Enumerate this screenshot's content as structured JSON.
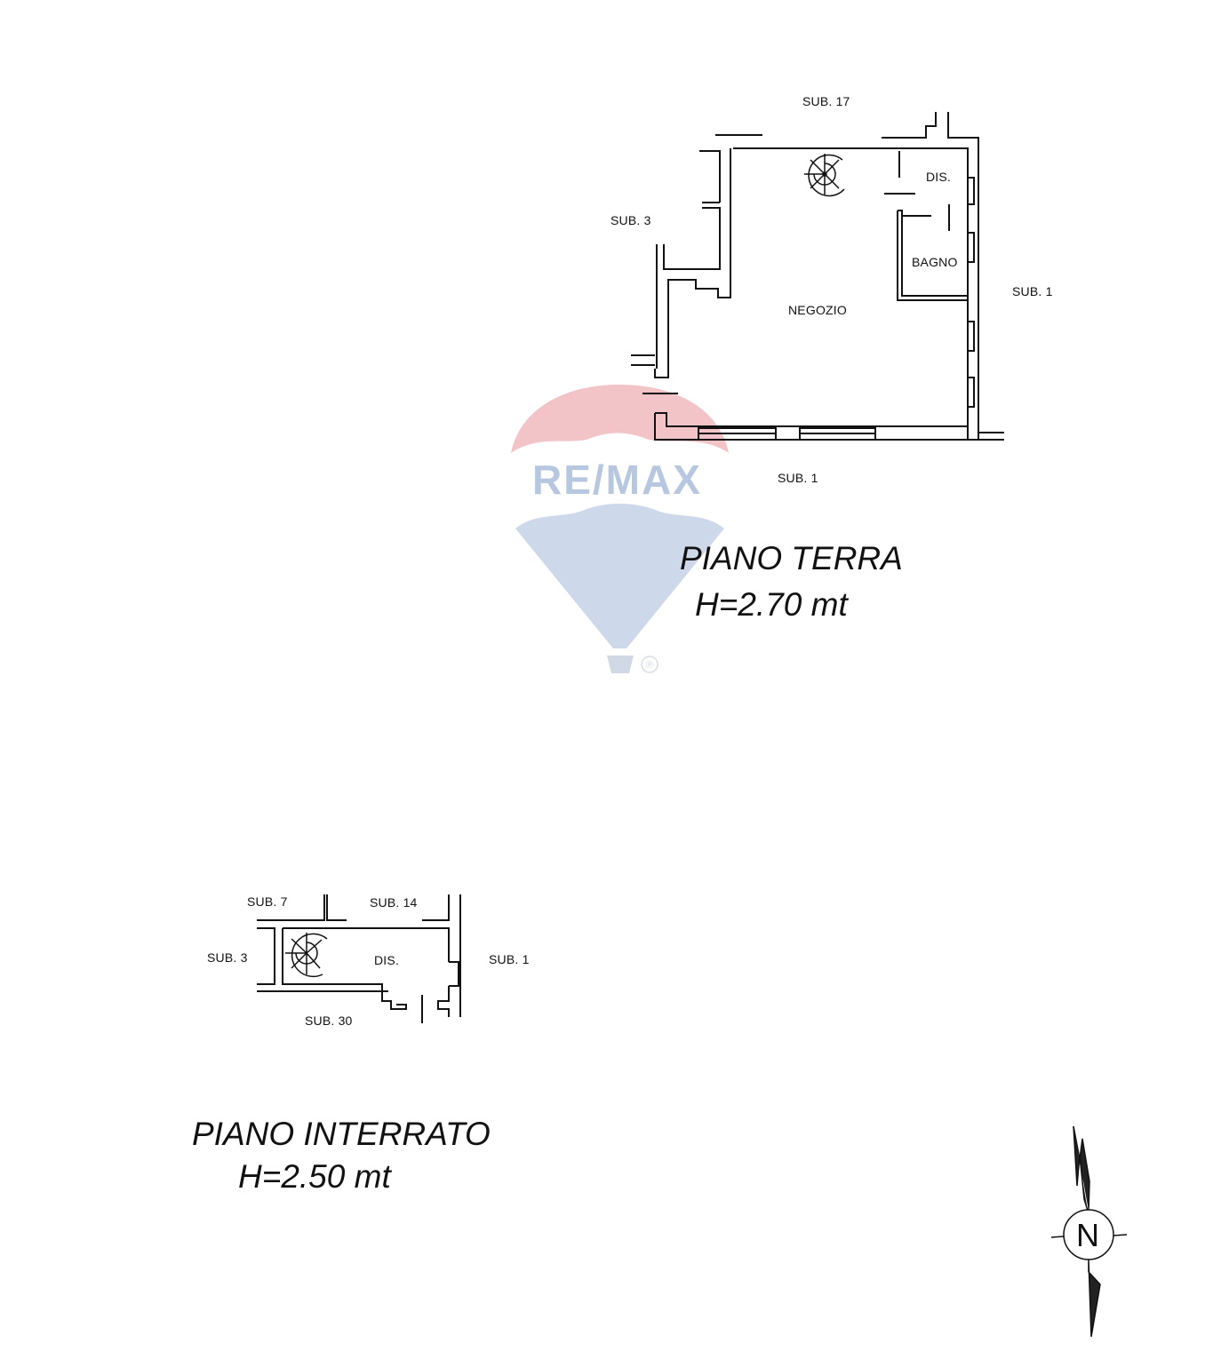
{
  "watermark": {
    "brand": "RE/MAX",
    "registered_mark": "®",
    "colors": {
      "top_red": "#f2c4c8",
      "bottom_blue": "#cdd8ea",
      "text": "#b8c7e0"
    }
  },
  "ground_floor": {
    "title": "PIANO TERRA",
    "height_label": "H=2.70 mt",
    "rooms": [
      {
        "name": "NEGOZIO"
      },
      {
        "name": "DIS."
      },
      {
        "name": "BAGNO"
      }
    ],
    "neighbors": {
      "top": "SUB. 17",
      "left": "SUB. 3",
      "right": "SUB. 1",
      "bottom": "SUB. 1"
    }
  },
  "basement": {
    "title": "PIANO INTERRATO",
    "height_label": "H=2.50 mt",
    "rooms": [
      {
        "name": "DIS."
      }
    ],
    "neighbors": {
      "top_left": "SUB. 7",
      "top_right": "SUB. 14",
      "left": "SUB. 3",
      "right": "SUB. 1",
      "bottom": "SUB. 30"
    }
  },
  "north_arrow": {
    "letter": "N"
  },
  "colors": {
    "line": "#111111",
    "background": "#ffffff"
  }
}
